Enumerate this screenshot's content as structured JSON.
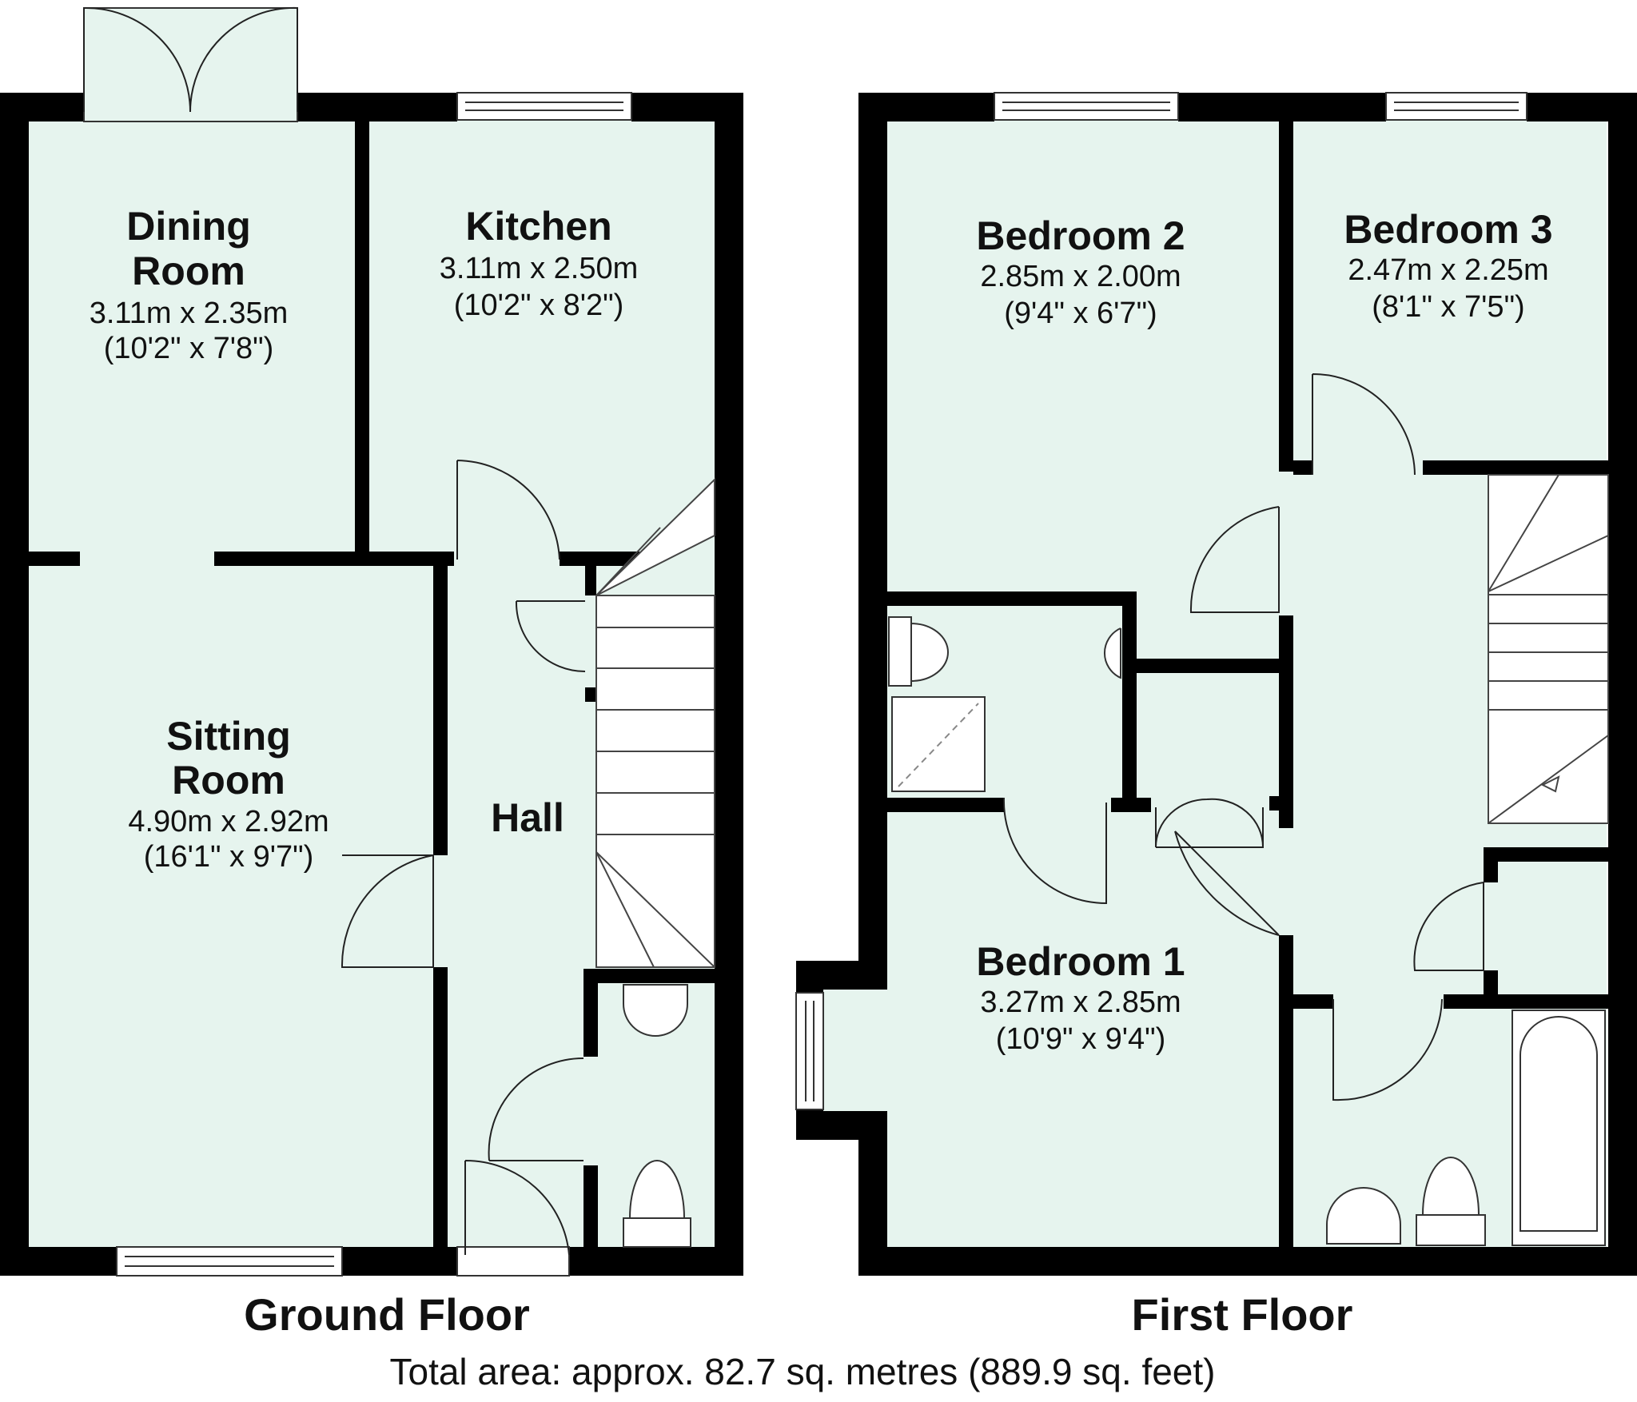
{
  "ground_floor": {
    "title": "Ground Floor",
    "rooms": {
      "dining": {
        "name_1": "Dining",
        "name_2": "Room",
        "dims": "3.11m x 2.35m",
        "dims_imperial": "(10'2\" x 7'8\")"
      },
      "kitchen": {
        "name_1": "Kitchen",
        "dims": "3.11m x 2.50m",
        "dims_imperial": "(10'2\" x 8'2\")"
      },
      "sitting": {
        "name_1": "Sitting",
        "name_2": "Room",
        "dims": "4.90m x 2.92m",
        "dims_imperial": "(16'1\" x 9'7\")"
      },
      "hall": {
        "name_1": "Hall"
      }
    }
  },
  "first_floor": {
    "title": "First Floor",
    "rooms": {
      "bedroom2": {
        "name_1": "Bedroom 2",
        "dims": "2.85m x 2.00m",
        "dims_imperial": "(9'4\" x 6'7\")"
      },
      "bedroom3": {
        "name_1": "Bedroom 3",
        "dims": "2.47m x 2.25m",
        "dims_imperial": "(8'1\" x 7'5\")"
      },
      "bedroom1": {
        "name_1": "Bedroom 1",
        "dims": "3.27m x 2.85m",
        "dims_imperial": "(10'9\" x 9'4\")"
      }
    }
  },
  "total_area": "Total area: approx. 82.7 sq. metres (889.9 sq. feet)",
  "colors": {
    "floor": "#e6f4ee",
    "wall": "#000000"
  }
}
